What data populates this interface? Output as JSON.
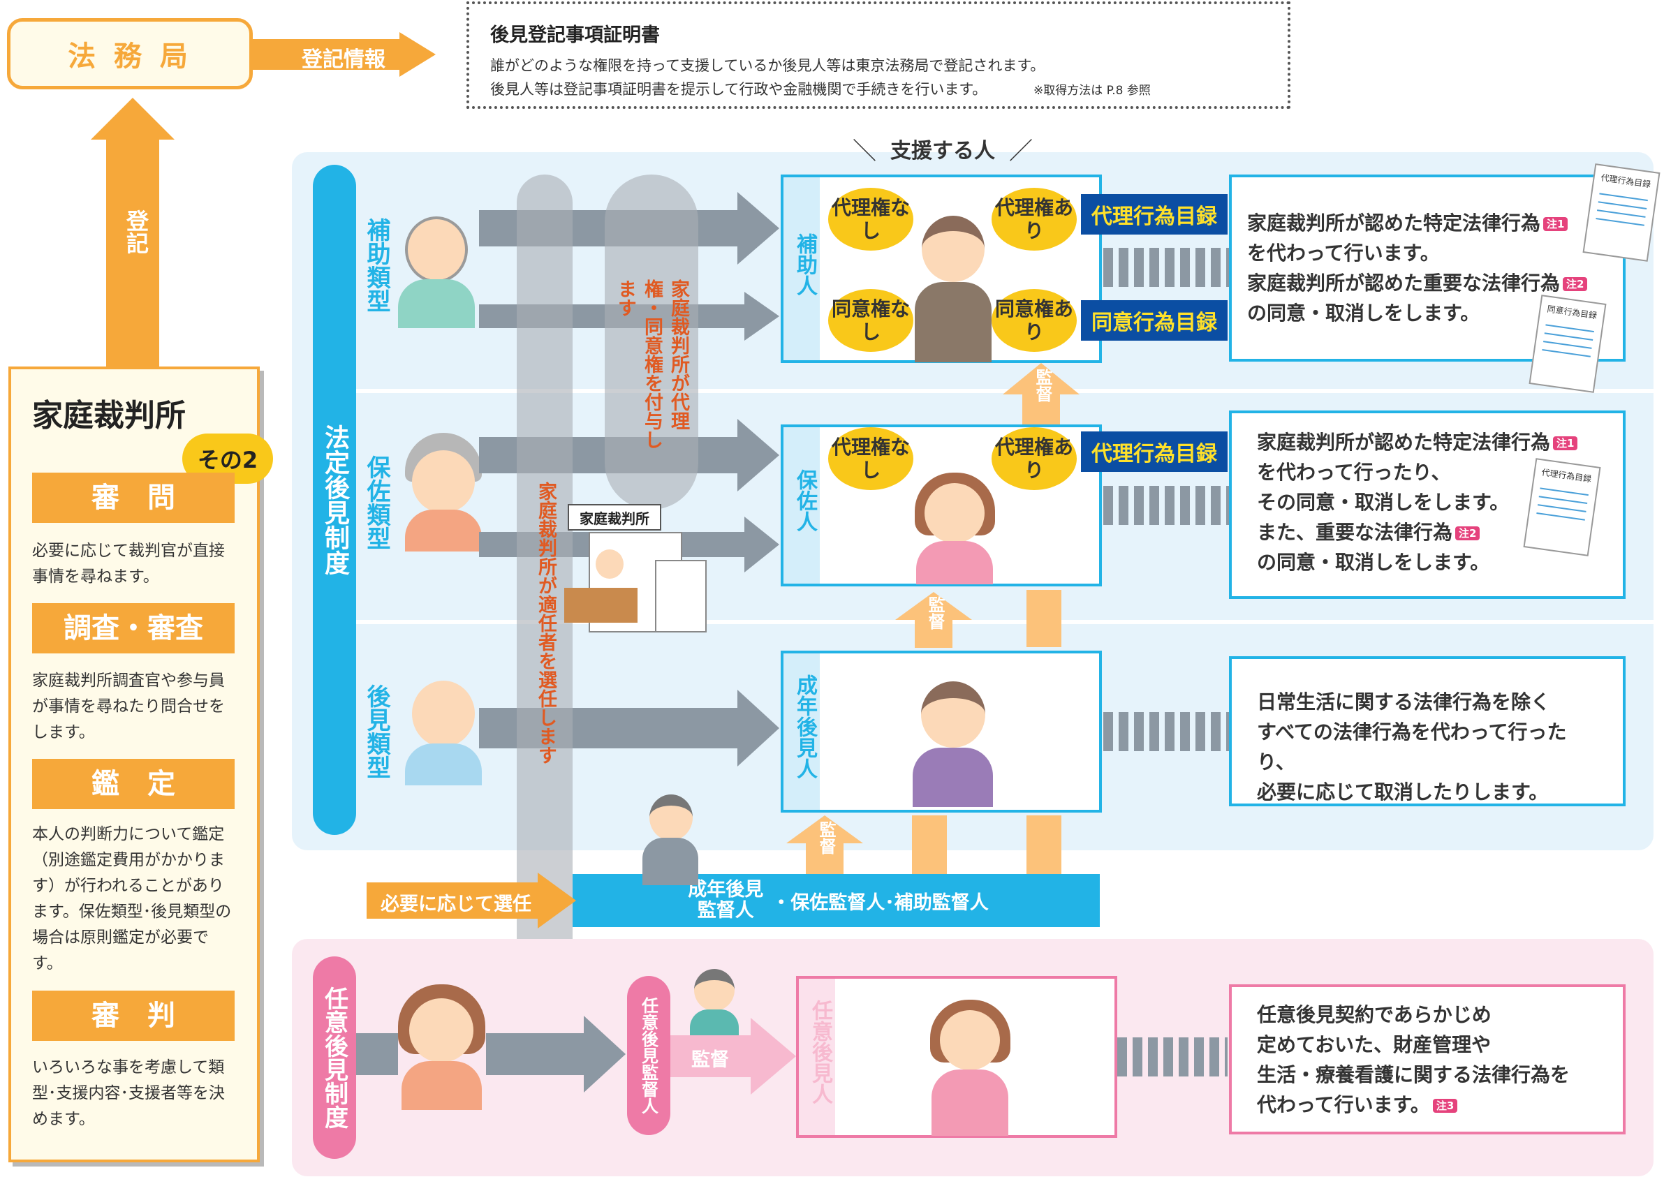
{
  "top": {
    "houmukyoku": "法 務 局",
    "touki_joho": "登記情報",
    "certificate_title": "後見登記事項証明書",
    "certificate_line1": "誰がどのような権限を持って支援しているか後見人等は東京法務局で登記されます。",
    "certificate_line2": "後見人等は登記事項証明書を提示して行政や金融機関で手続きを行います。",
    "certificate_note": "※取得方法は P.8 参照",
    "touki_vertical": "登記"
  },
  "court": {
    "title": "家庭裁判所",
    "badge": "その2",
    "sections": [
      {
        "heading": "審　問",
        "text": "必要に応じて裁判官が直接事情を尋ねます。"
      },
      {
        "heading": "調査・審査",
        "text": "家庭裁判所調査官や参与員が事情を尋ねたり問合せをします。"
      },
      {
        "heading": "鑑　定",
        "text": "本人の判断力について鑑定（別途鑑定費用がかかります）が行われることがあります。保佐類型･後見類型の場合は原則鑑定が必要です。"
      },
      {
        "heading": "審　判",
        "text": "いろいろな事を考慮して類型･支援内容･支援者等を決めます。"
      }
    ]
  },
  "legal": {
    "system_label": "法定後見制度",
    "types": [
      "補助類型",
      "保佐類型",
      "後見類型"
    ],
    "grant_text": "家庭裁判所が代理権・同意権を付与します",
    "select_text": "家庭裁判所が適任者を選任します",
    "court_building": "家庭裁判所",
    "supporters_header": "支援する人"
  },
  "hojo": {
    "label": "補助人",
    "ovals": [
      "代理権なし",
      "代理権あり",
      "同意権なし",
      "同意権あり"
    ],
    "tag1": "代理行為目録",
    "tag2": "同意行為目録",
    "desc": [
      "家庭裁判所が認めた特定法律行為",
      "を代わって行います。",
      "家庭裁判所が認めた重要な法律行為",
      "の同意・取消しをします。"
    ],
    "notes": [
      "注1",
      "注2"
    ],
    "doc1": "代理行為目録",
    "doc2": "同意行為目録"
  },
  "hosa": {
    "label": "保佐人",
    "ovals": [
      "代理権なし",
      "代理権あり"
    ],
    "tag1": "代理行為目録",
    "desc": [
      "家庭裁判所が認めた特定法律行為",
      "を代わって行ったり、",
      "その同意・取消しをします。",
      "また、重要な法律行為",
      "の同意・取消しをします。"
    ],
    "notes": [
      "注1",
      "注2"
    ],
    "doc1": "代理行為目録"
  },
  "kouken": {
    "label": "成年後見人",
    "desc": [
      "日常生活に関する法律行為を除く",
      "すべての法律行為を代わって行ったり、",
      "必要に応じて取消したりします。"
    ]
  },
  "supervision": {
    "kantoku": "監督",
    "select_when_needed": "必要に応じて選任",
    "supervisors_part1": "成年後見監督人",
    "supervisors_part2": "・保佐監督人･補助監督人"
  },
  "nini": {
    "system_label": "任意後見制度",
    "supervisor": "任意後見監督人",
    "kantoku": "監督",
    "guardian": "任意後見人",
    "desc": [
      "任意後見契約であらかじめ",
      "定めておいた、財産管理や",
      "生活・療養看護に関する法律行為を",
      "代わって行います。"
    ],
    "note": "注3"
  },
  "colors": {
    "orange": "#f6a83a",
    "cyan": "#22b3e6",
    "pink": "#ee7aa6",
    "navy": "#0b4ea3",
    "yellow": "#f9c81a"
  }
}
